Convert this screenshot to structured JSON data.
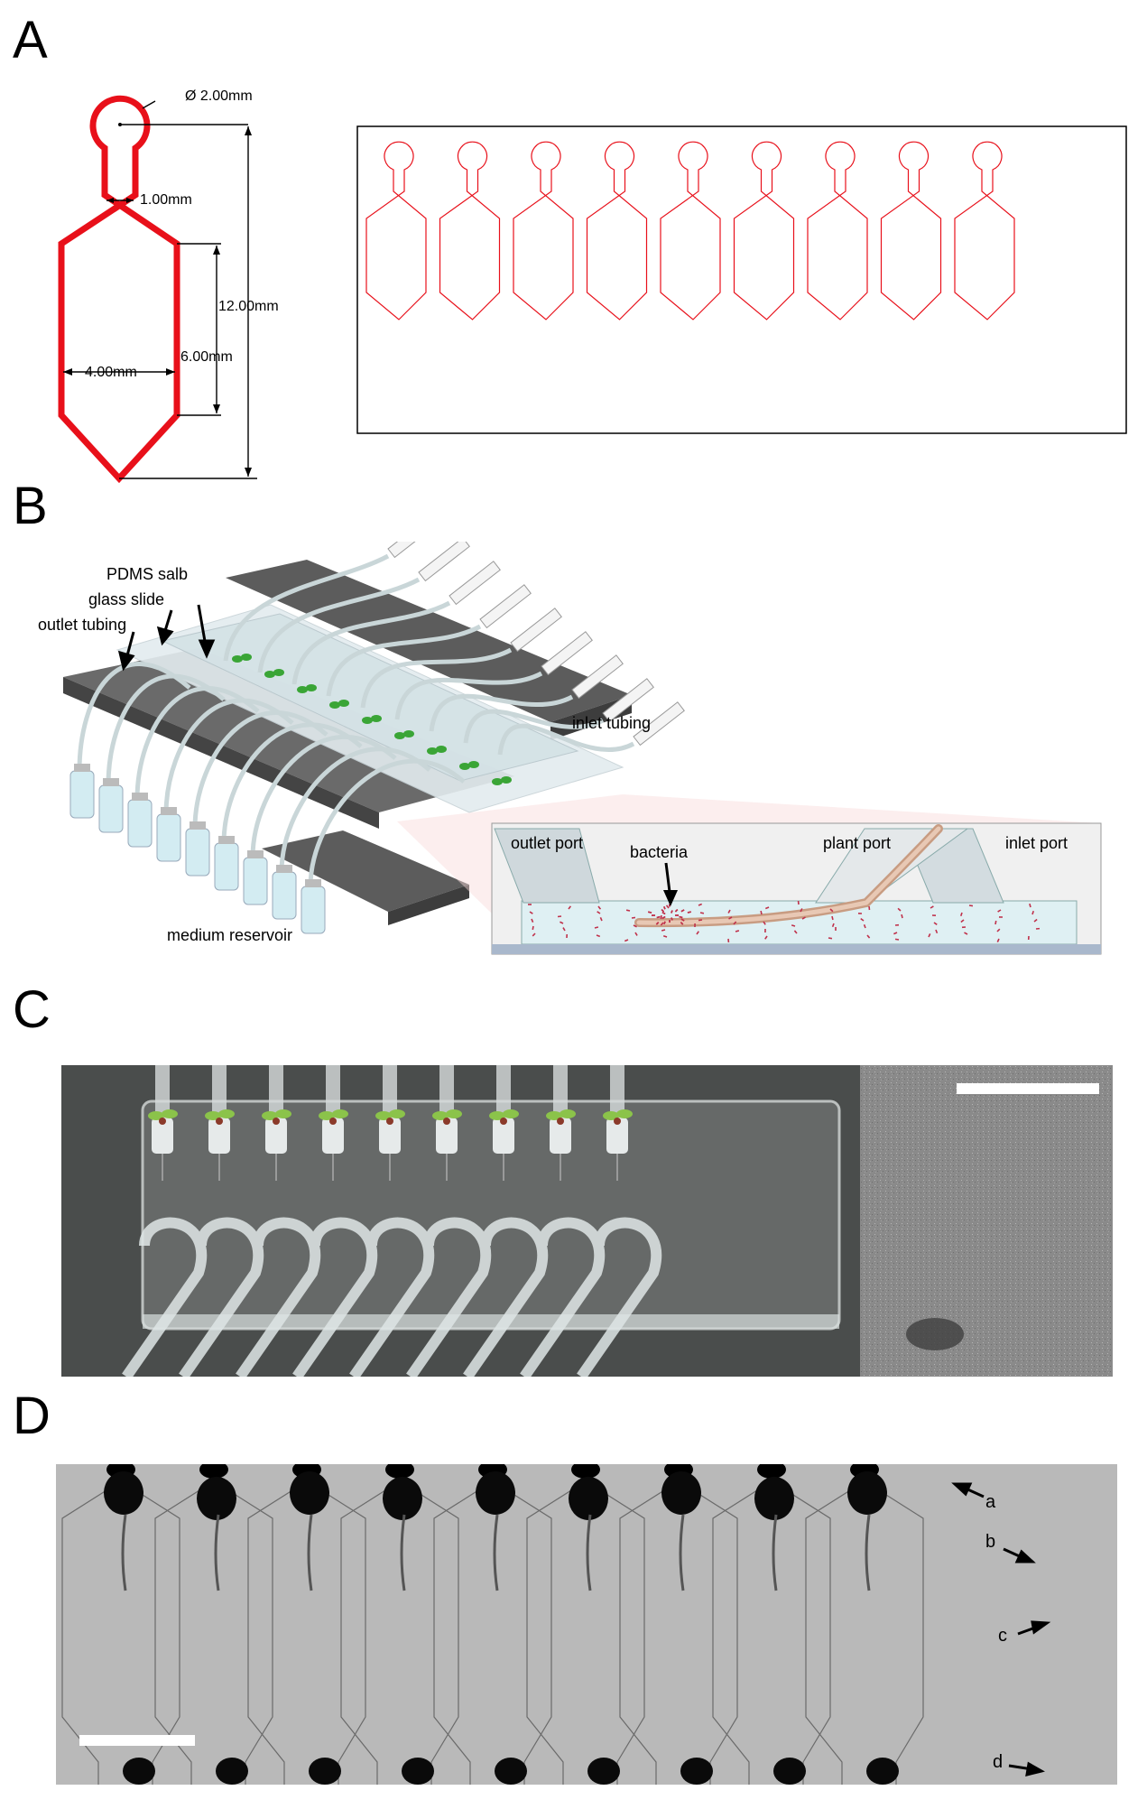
{
  "panels": {
    "a": {
      "letter": "A",
      "dims": {
        "diameter": "Ø 2.00mm",
        "neck": "1.00mm",
        "total_length": "12.00mm",
        "width": "4.00mm",
        "body_length": "6.00mm"
      },
      "array_count": 9,
      "outline_color": "#e8101a"
    },
    "b": {
      "letter": "B",
      "labels": {
        "pdms": "PDMS salb",
        "glass": "glass slide",
        "outlet_tubing": "outlet tubing",
        "inlet_tubing": "inlet tubing",
        "reservoir": "medium reservoir",
        "outlet_port": "outlet port",
        "bacteria": "bacteria",
        "plant_port": "plant port",
        "inlet_port": "inlet port"
      },
      "seedling_color": "#3aa536",
      "bacteria_color": "#c0304a"
    },
    "c": {
      "letter": "C",
      "chamber_count": 9
    },
    "d": {
      "letter": "D",
      "chamber_count": 9,
      "markers": {
        "a": "a",
        "b": "b",
        "c": "c",
        "d": "d"
      }
    }
  }
}
